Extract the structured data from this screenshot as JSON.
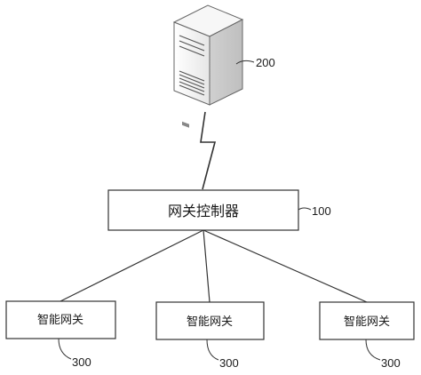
{
  "server": {
    "ref": "200",
    "icon": "server-icon"
  },
  "controller": {
    "label": "网关控制器",
    "ref": "100"
  },
  "gateways": [
    {
      "label": "智能网关",
      "ref": "300"
    },
    {
      "label": "智能网关",
      "ref": "300"
    },
    {
      "label": "智能网关",
      "ref": "300"
    }
  ],
  "colors": {
    "stroke": "#333333",
    "server_body": "#f4f4f4",
    "server_shade": "#d9d9d9"
  }
}
